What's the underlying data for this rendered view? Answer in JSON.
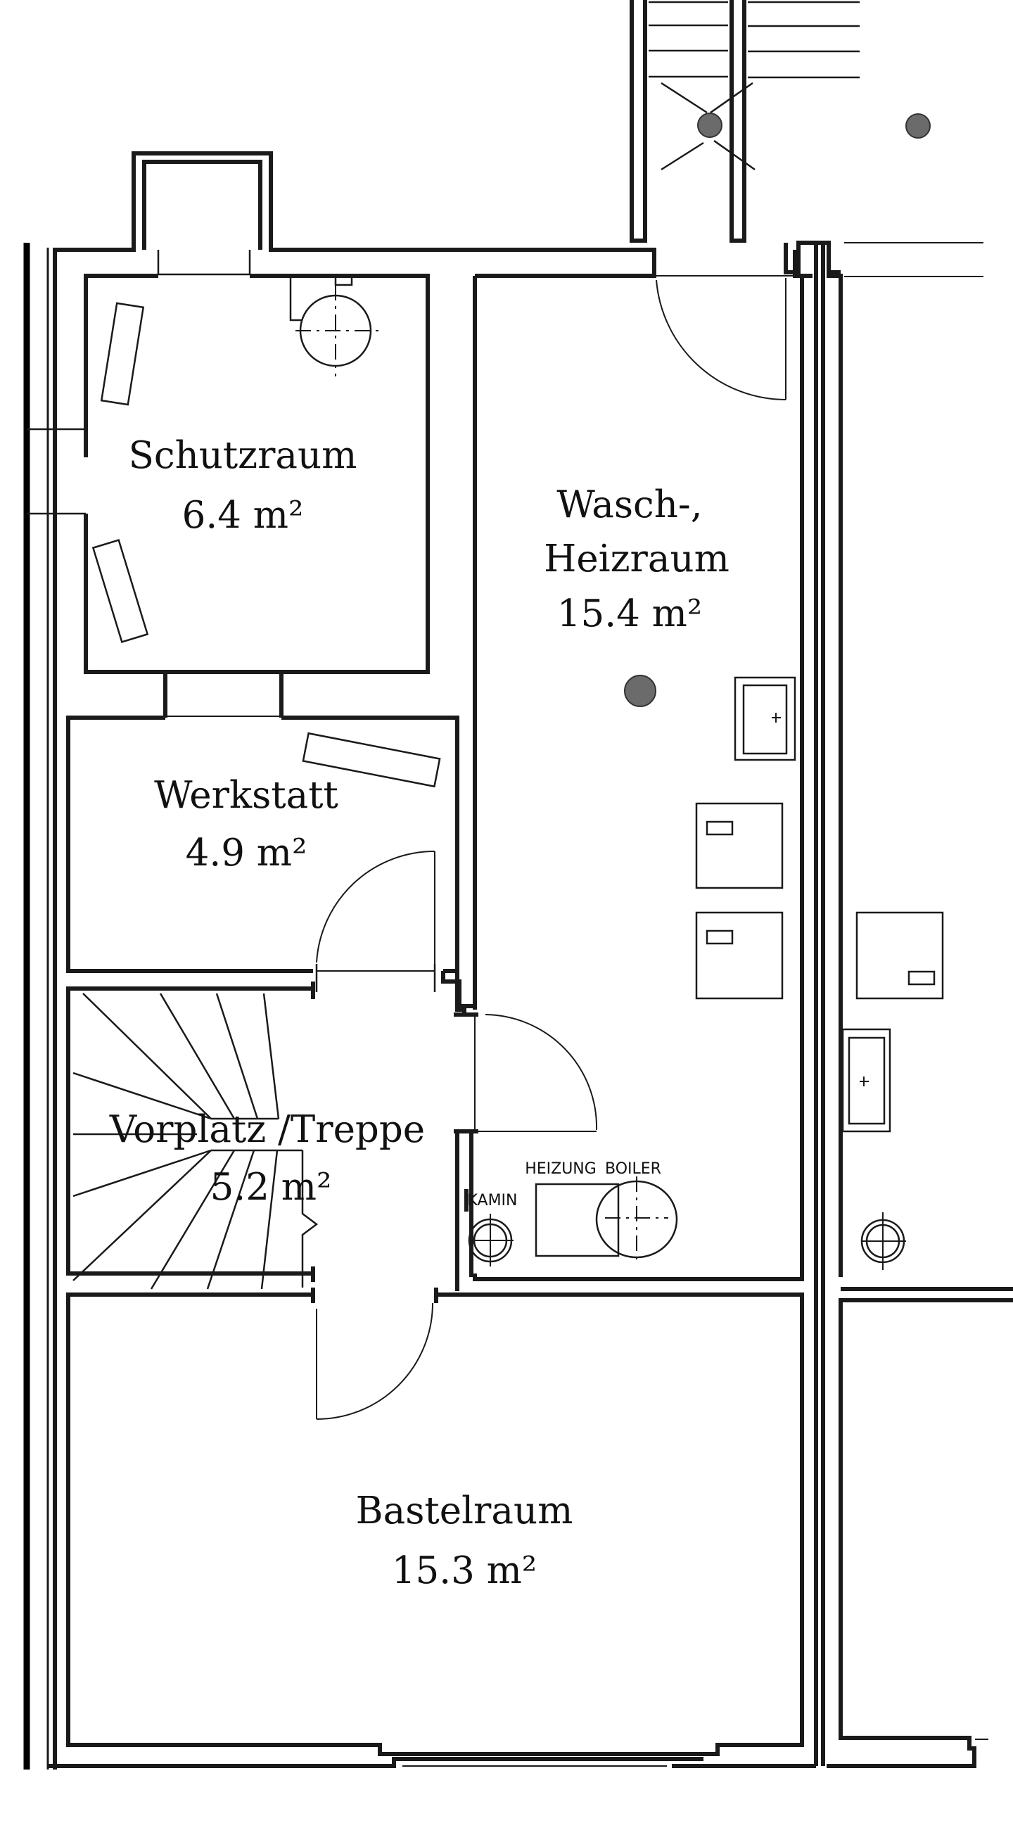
{
  "plan": {
    "title": "Basement floor plan",
    "unit": "m²",
    "colors": {
      "wall": "#1a1a1a",
      "background": "#ffffff",
      "fixture_dot": "#6b6b6b"
    },
    "rooms": [
      {
        "id": "schutzraum",
        "name": "Schutzraum",
        "area": "6.4 m²"
      },
      {
        "id": "wasch-heizraum",
        "name_line1": "Wasch-,",
        "name_line2": "Heizraum",
        "area": "15.4 m²"
      },
      {
        "id": "werkstatt",
        "name": "Werkstatt",
        "area": "4.9 m²"
      },
      {
        "id": "vorplatz-treppe",
        "name": "Vorplatz /Treppe",
        "area": "5.2 m²"
      },
      {
        "id": "bastelraum",
        "name": "Bastelraum",
        "area": "15.3 m²"
      }
    ],
    "equipment": {
      "kamin": "KAMIN",
      "heizung": "HEIZUNG",
      "boiler": "BOILER"
    }
  }
}
